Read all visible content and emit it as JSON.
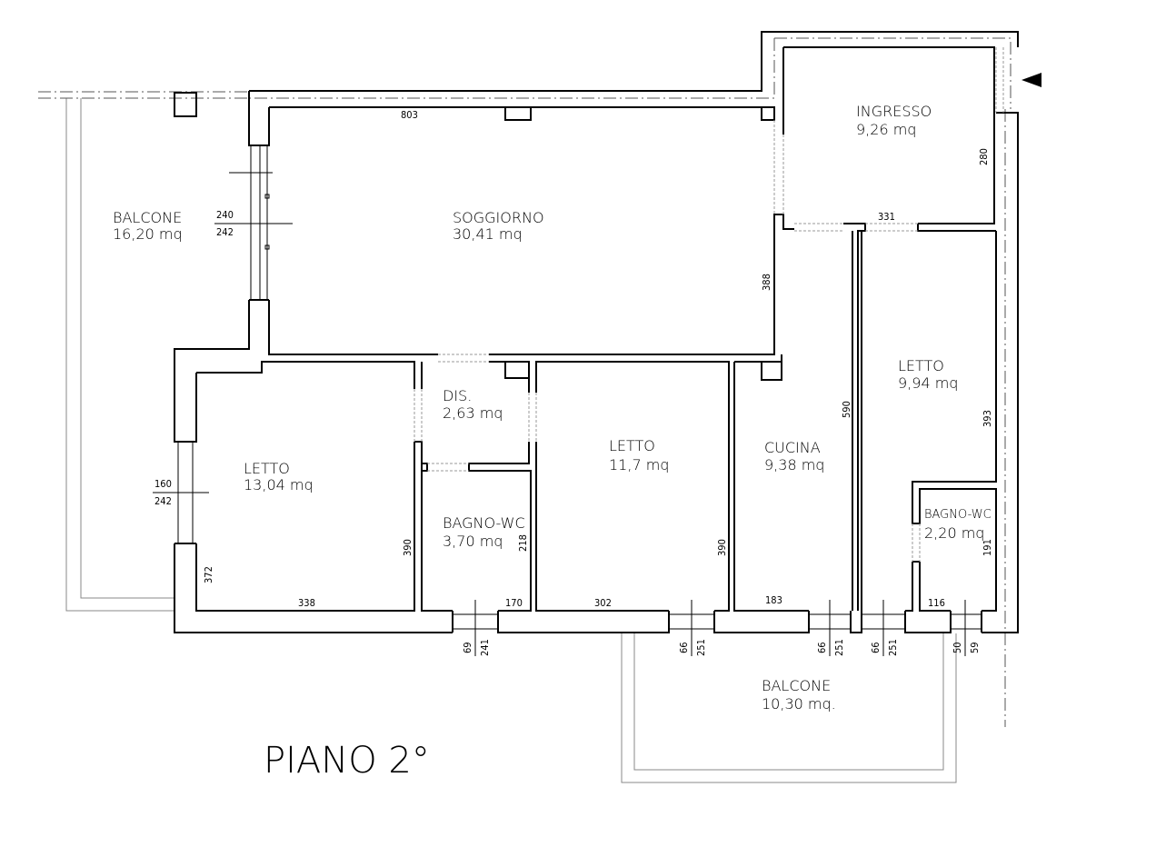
{
  "plan": {
    "title": "PIANO 2°",
    "rooms": {
      "balcone_west": {
        "name": "BALCONE",
        "area": "16,20 mq"
      },
      "soggiorno": {
        "name": "SOGGIORNO",
        "area": "30,41 mq"
      },
      "ingresso": {
        "name": "INGRESSO",
        "area": "9,26 mq"
      },
      "letto_west": {
        "name": "LETTO",
        "area": "13,04 mq"
      },
      "dis": {
        "name": "DIS.",
        "area": "2,63 mq"
      },
      "bagno_wc_1": {
        "name": "BAGNO-WC",
        "area": "3,70 mq"
      },
      "letto_center": {
        "name": "LETTO",
        "area": "11,7 mq"
      },
      "cucina": {
        "name": "CUCINA",
        "area": "9,38 mq"
      },
      "letto_east": {
        "name": "LETTO",
        "area": "9,94 mq"
      },
      "bagno_wc_2": {
        "name": "BAGNO-WC",
        "area": "2,20 mq"
      },
      "balcone_south": {
        "name": "BALCONE",
        "area": "10,30 mq."
      }
    },
    "dims": {
      "d803": "803",
      "d280": "280",
      "d331": "331",
      "d240": "240",
      "d242a": "242",
      "d388": "388",
      "d590": "590",
      "d393": "393",
      "d160": "160",
      "d242b": "242",
      "d372": "372",
      "d390a": "390",
      "d218": "218",
      "d390b": "390",
      "d191": "191",
      "d338": "338",
      "d170": "170",
      "d302": "302",
      "d183": "183",
      "d116": "116",
      "w1a": "69",
      "w1b": "241",
      "w2a": "66",
      "w2b": "251",
      "w3a": "66",
      "w3b": "251",
      "w4a": "66",
      "w4b": "251",
      "w5a": "50",
      "w5b": "59"
    }
  }
}
